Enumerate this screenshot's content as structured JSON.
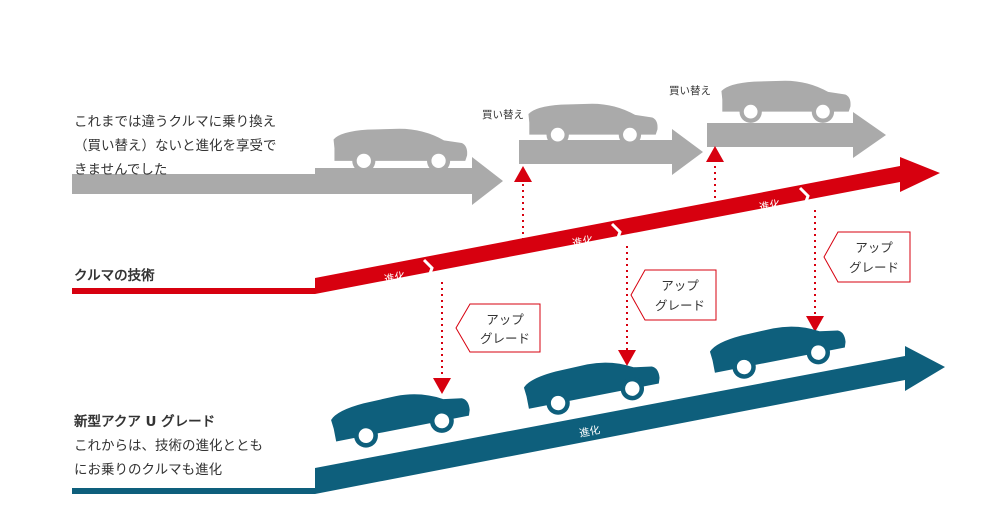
{
  "colors": {
    "gray": "#aaaaaa",
    "red": "#d7000f",
    "teal": "#0e5f7c",
    "text": "#333333",
    "white": "#ffffff"
  },
  "old_way": {
    "lines": [
      "これまでは違うクルマに乗り換え",
      "（買い替え）ないと進化を享受で",
      "きませんでした"
    ],
    "replace_label": "買い替え"
  },
  "tech": {
    "title": "クルマの技術",
    "evolve_label": "進化"
  },
  "upgrade": {
    "title": "新型アクア U グレード",
    "lines": [
      "これからは、技術の進化ととも",
      "にお乗りのクルマも進化"
    ],
    "evolve_label": "進化",
    "tag_lines": [
      "アップ",
      "グレード"
    ]
  },
  "icons": [
    "gray-car-icon",
    "teal-car-icon"
  ]
}
